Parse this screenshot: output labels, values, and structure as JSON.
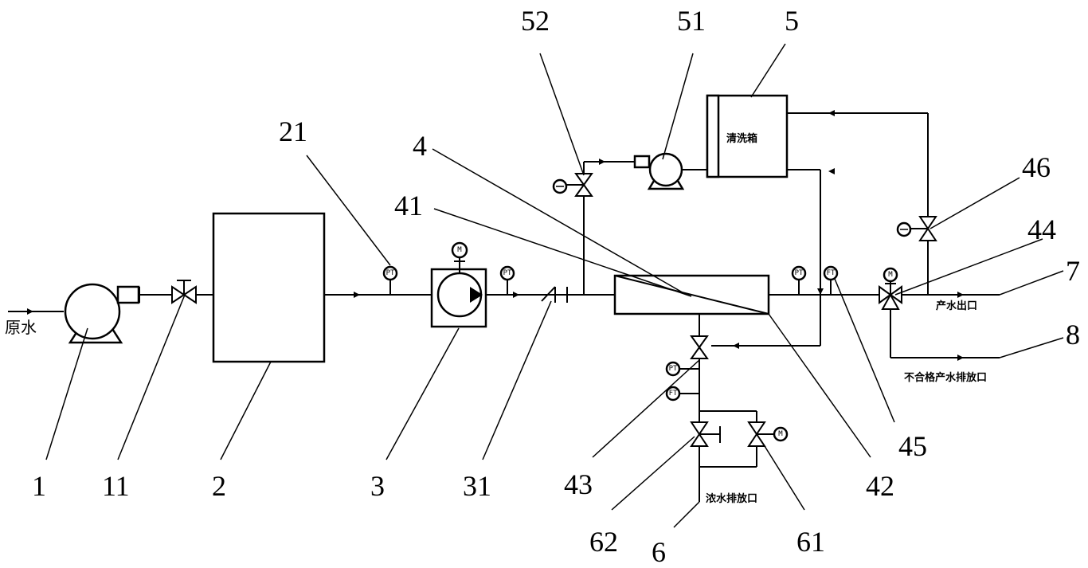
{
  "texts": {
    "raw_water": "原水",
    "cleaning_tank": "清洗箱",
    "product_outlet": "产水出口",
    "reject_outlet": "不合格产水排放口",
    "concentrate_outlet": "浓水排放口"
  },
  "instrument_tags": {
    "pt": "PT",
    "motor": "M",
    "flow": "FT"
  },
  "labels": {
    "l1": "1",
    "l11": "11",
    "l2": "2",
    "l21": "21",
    "l3": "3",
    "l31": "31",
    "l4": "4",
    "l41": "41",
    "l42": "42",
    "l43": "43",
    "l44": "44",
    "l45": "45",
    "l46": "46",
    "l5": "5",
    "l51": "51",
    "l52": "52",
    "l6": "6",
    "l61": "61",
    "l62": "62",
    "l7": "7",
    "l8": "8"
  }
}
